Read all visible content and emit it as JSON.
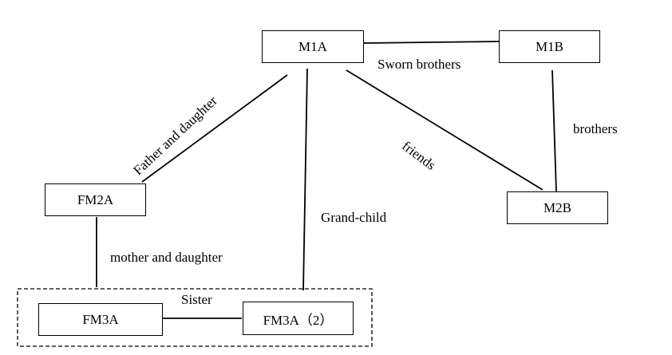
{
  "nodes": {
    "m1a": "M1A",
    "m1b": "M1B",
    "m2b": "M2B",
    "fm2a": "FM2A",
    "fm3a": "FM3A",
    "fm3a2": "FM3A（2）"
  },
  "relations": {
    "sworn_brothers": "Sworn brothers",
    "brothers": "brothers",
    "friends": "friends",
    "father_daughter": "Father and daughter",
    "grand_child": "Grand-child",
    "mother_daughter": "mother and daughter",
    "sister": "Sister"
  }
}
